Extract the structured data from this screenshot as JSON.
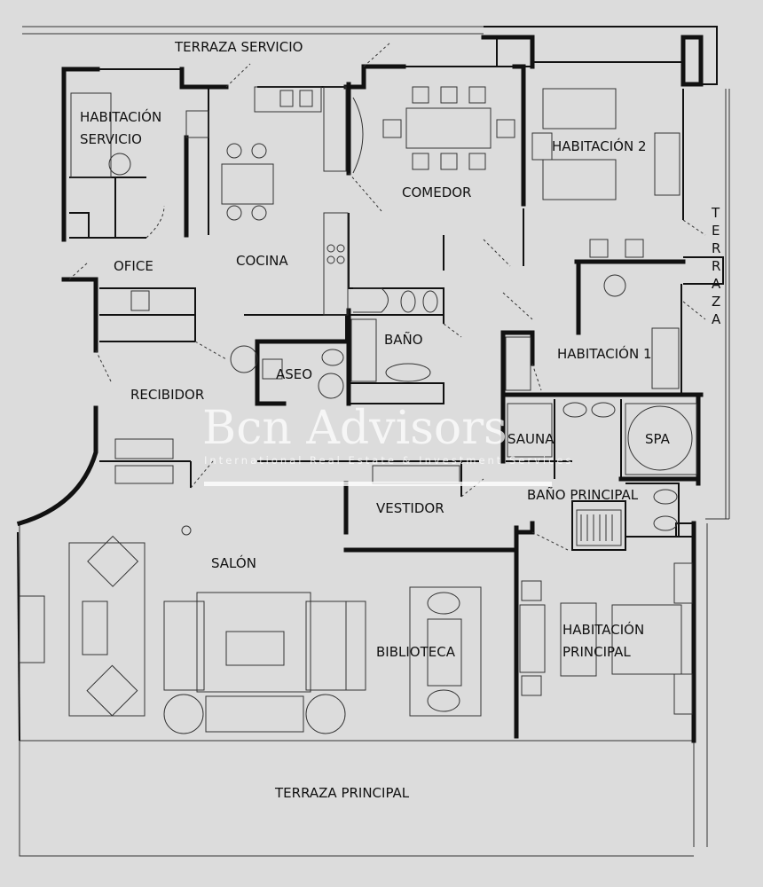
{
  "rooms": {
    "terraza_servicio": "TERRAZA SERVICIO",
    "habitacion_servicio_1": "HABITACIÓN",
    "habitacion_servicio_2": "SERVICIO",
    "comedor": "COMEDOR",
    "habitacion_2": "HABITACIÓN 2",
    "cocina": "COCINA",
    "office": "OFICE",
    "bano": "BAÑO",
    "aseo": "ASEO",
    "habitacion_1": "HABITACIÓN 1",
    "recibidor": "RECIBIDOR",
    "sauna": "SAUNA",
    "spa": "SPA",
    "bano_principal": "BAÑO PRINCIPAL",
    "vestidor": "VESTIDOR",
    "salon": "SALÓN",
    "biblioteca": "BIBLIOTECA",
    "habitacion_principal_1": "HABITACIÓN",
    "habitacion_principal_2": "PRINCIPAL",
    "terraza_principal": "TERRAZA PRINCIPAL",
    "terraza_vertical": [
      "T",
      "E",
      "R",
      "R",
      "A",
      "Z",
      "A"
    ]
  },
  "watermark": {
    "brand": "Bcn Advisors",
    "tagline": "International Real Estate & Investment Services"
  },
  "colors": {
    "paper": "#dcdcdc",
    "ink": "#111111",
    "watermark": "#ffffff"
  }
}
